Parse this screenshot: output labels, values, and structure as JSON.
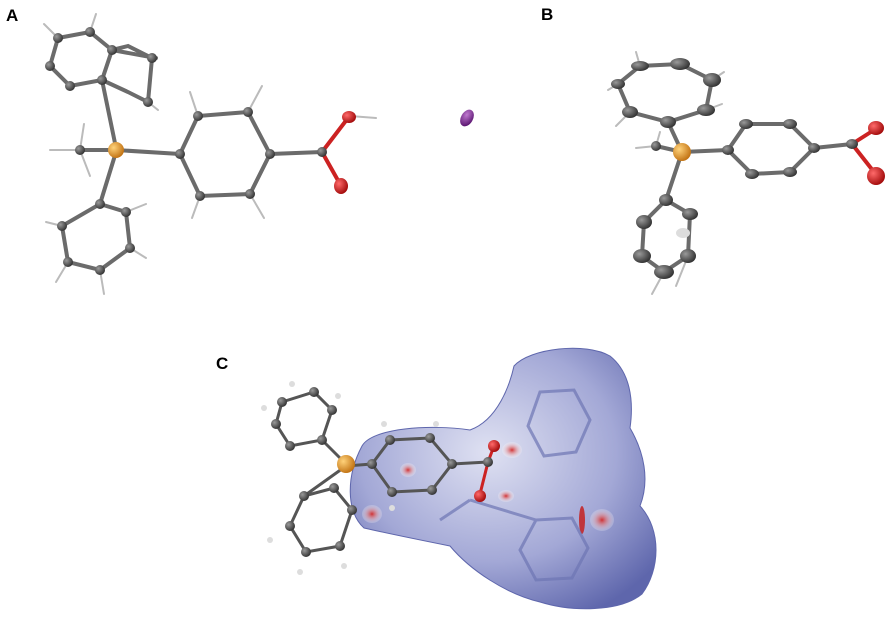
{
  "figure": {
    "panels": [
      {
        "label": "A"
      },
      {
        "label": "B"
      },
      {
        "label": "C"
      }
    ],
    "colors": {
      "carbon": "#4a4a4a",
      "hydrogen": "#e8e8e8",
      "oxygen": "#d01616",
      "phosphorus": "#e89a20",
      "iodide": "#8a2fa0",
      "surface": "#8a90c8",
      "surface_hotspot": "#d23a3a"
    }
  }
}
